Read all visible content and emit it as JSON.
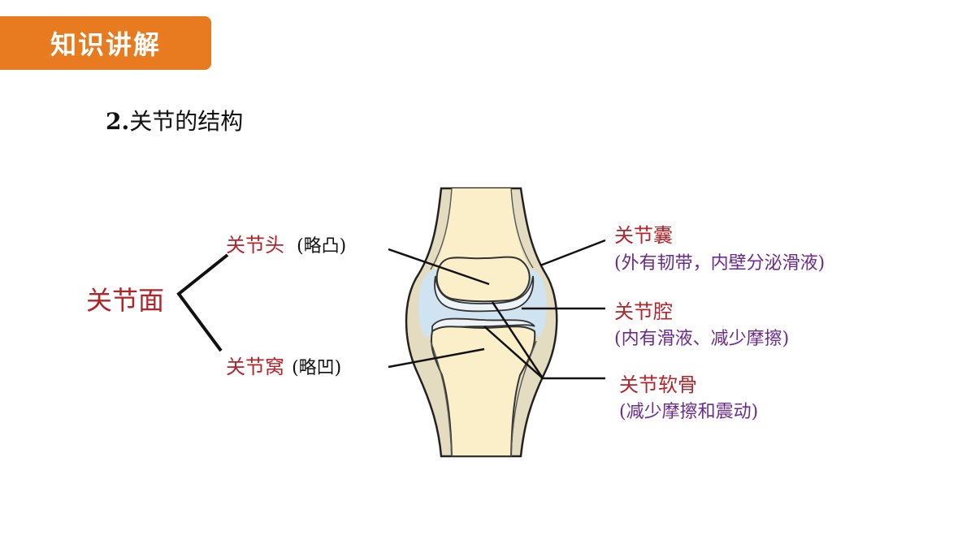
{
  "header": {
    "title": "知识讲解"
  },
  "subtitle": {
    "number": "2.",
    "text": "关节的结构"
  },
  "labels": {
    "articular_surface": "关节面",
    "joint_head": "关节头",
    "joint_head_note": "(略凸)",
    "joint_socket": "关节窝",
    "joint_socket_note": "(略凹)",
    "capsule": "关节囊",
    "capsule_note": "(外有韧带，内壁分泌滑液)",
    "cavity": "关节腔",
    "cavity_note": "(内有滑液、减少摩擦)",
    "cartilage": "关节软骨",
    "cartilage_note": "(减少摩擦和震动)"
  },
  "colors": {
    "header_bg": "#e87a1f",
    "term_red": "#b0242a",
    "note_purple": "#6a2b8c",
    "bone": "#fbefc9",
    "capsule": "#e4dcc0",
    "cavity": "#cfe3f1"
  }
}
